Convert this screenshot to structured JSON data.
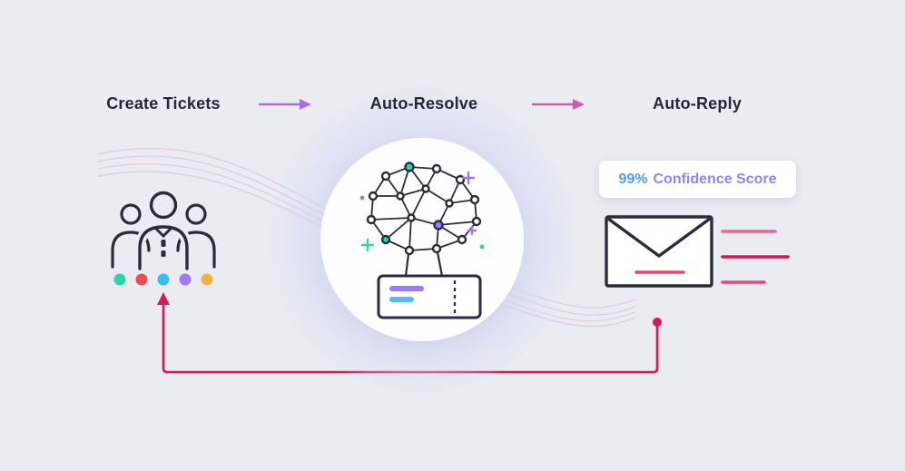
{
  "diagram": {
    "steps": [
      {
        "id": "create-tickets",
        "label": "Create Tickets"
      },
      {
        "id": "auto-resolve",
        "label": "Auto-Resolve"
      },
      {
        "id": "auto-reply",
        "label": "Auto-Reply"
      }
    ],
    "confidence_badge": {
      "value": "99%",
      "label": "Confidence Score"
    },
    "colors": {
      "background": "#eaecf2",
      "ink": "#272d3b",
      "flow_arrow_1": "#aa6fde",
      "flow_arrow_2": "#cb5fae",
      "feedback_loop": "#d6195c",
      "badge_value": "#4d9de8",
      "badge_label": "#8d86ef",
      "envelope_accent": "#ef4468",
      "avatar_dots": [
        "#2fd3ae",
        "#ee4d55",
        "#38bdf0",
        "#9d7bf5",
        "#f2b33f"
      ],
      "ticket_bars": [
        "#9d7bf5",
        "#56bdf0"
      ],
      "sparkle_teal": "#2fd3ae",
      "sparkle_purple": "#9d7bf5",
      "speed_lines": [
        "#e46a9e",
        "#d0175a",
        "#e84878"
      ]
    }
  }
}
